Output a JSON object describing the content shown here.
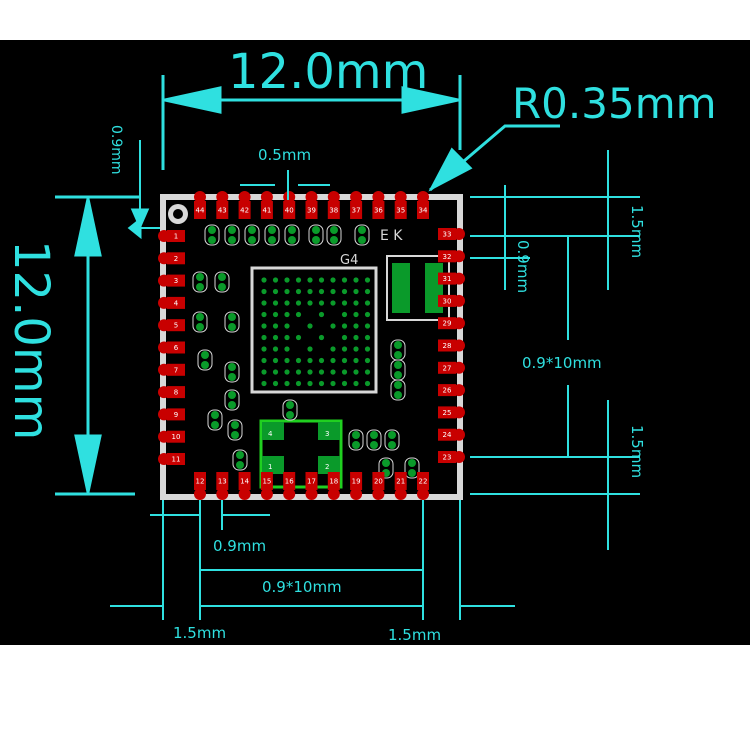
{
  "dimensions": {
    "width": "12.0mm",
    "height": "12.0mm",
    "corner_radius": "R0.35mm",
    "top_offset": "0.9mm",
    "pad_width": "0.5mm",
    "right_top_margin": "1.5mm",
    "right_pitch": "0.9mm",
    "right_span": "0.9*10mm",
    "right_bottom_margin": "1.5mm",
    "bottom_pitch": "0.9mm",
    "bottom_span": "0.9*10mm",
    "bottom_left_margin": "1.5mm",
    "bottom_right_margin": "1.5mm"
  },
  "board": {
    "chip_label": "G4",
    "top_silk": "E K",
    "pins_left": [
      "1",
      "2",
      "3",
      "4",
      "5",
      "6",
      "7",
      "8",
      "9",
      "10",
      "11"
    ],
    "pins_bottom": [
      "12",
      "13",
      "14",
      "15",
      "16",
      "17",
      "18",
      "19",
      "20",
      "21",
      "22"
    ],
    "pins_right": [
      "23",
      "24",
      "25",
      "26",
      "27",
      "28",
      "29",
      "30",
      "31",
      "32",
      "33"
    ],
    "pins_top": [
      "34",
      "35",
      "36",
      "37",
      "38",
      "39",
      "40",
      "41",
      "42",
      "43",
      "44"
    ],
    "crystal_pads": [
      "4",
      "3",
      "1",
      "2"
    ],
    "colors": {
      "dimension": "#2fe0e0",
      "pad": "#c80000",
      "copper": "#0a9a2a",
      "outline": "#d8d8d8"
    }
  }
}
